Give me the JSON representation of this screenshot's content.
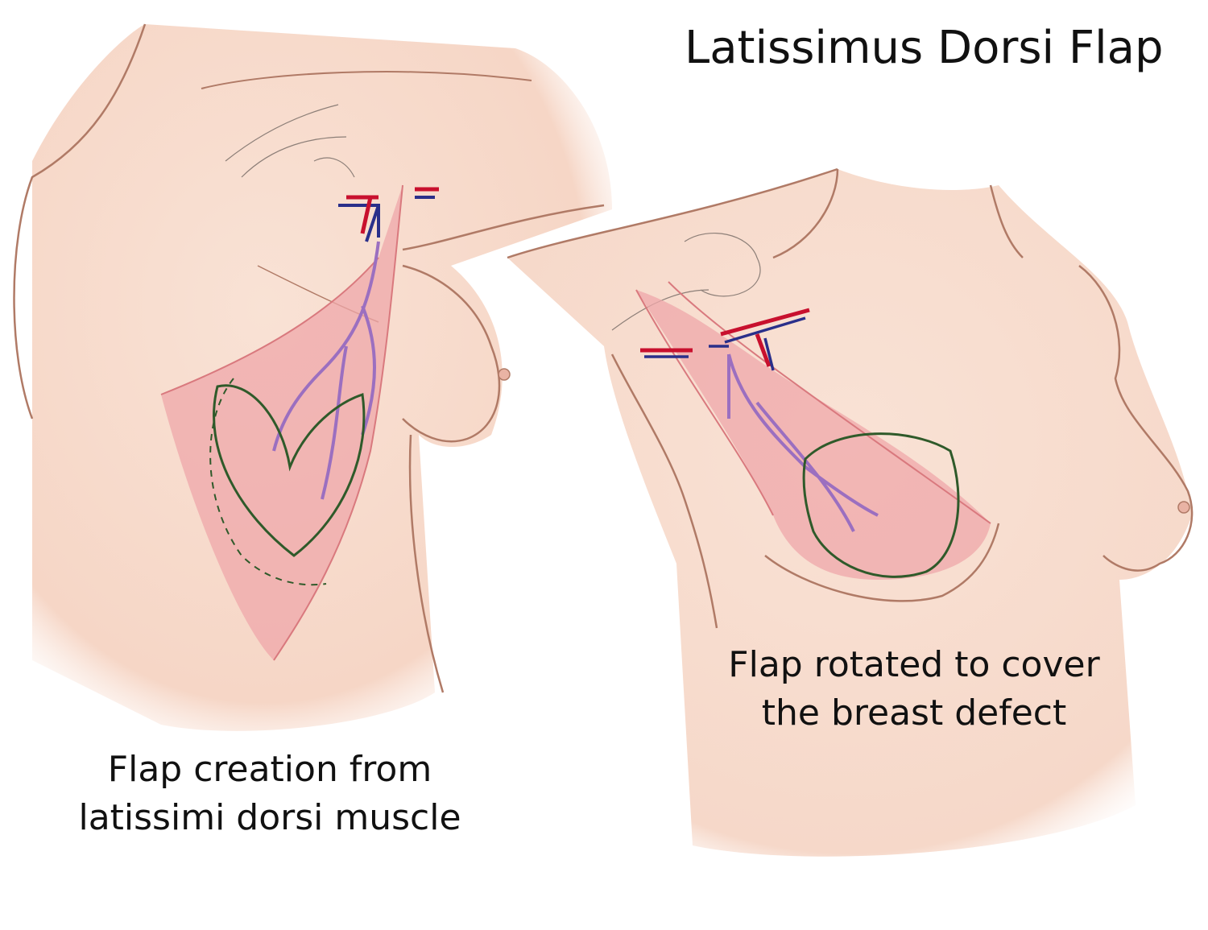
{
  "title": "Latissimus Dorsi Flap",
  "left_caption": {
    "line1": "Flap creation from",
    "line2": "latissimi dorsi muscle"
  },
  "right_caption": {
    "line1": "Flap rotated to cover",
    "line2": "the breast defect"
  },
  "colors": {
    "skin": "#f7dccd",
    "skin_outline": "#b07a66",
    "muscle": "#efa7aa",
    "artery": "#c8102e",
    "vein": "#2a2f8a",
    "flap_outline": "#2f5a2a"
  }
}
